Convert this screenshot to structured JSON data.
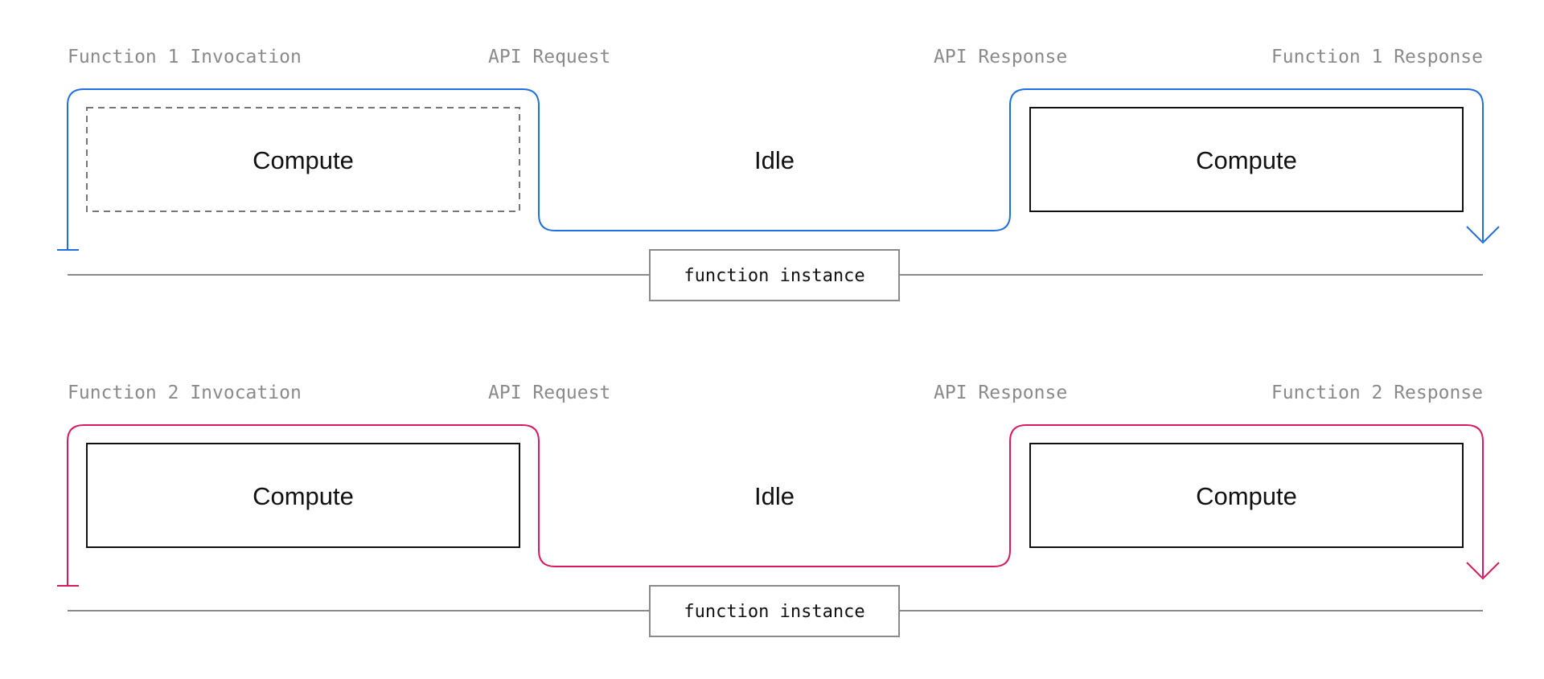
{
  "rows": [
    {
      "color": "#1f6fe0",
      "labels": {
        "invocation": "Function 1 Invocation",
        "api_request": "API Request",
        "api_response": "API Response",
        "response": "Function 1 Response"
      },
      "compute_first": "Compute",
      "compute_first_style": "dashed",
      "idle": "Idle",
      "compute_second": "Compute",
      "instance": "function instance"
    },
    {
      "color": "#d81b60",
      "labels": {
        "invocation": "Function 2 Invocation",
        "api_request": "API Request",
        "api_response": "API Response",
        "response": "Function 2 Response"
      },
      "compute_first": "Compute",
      "compute_first_style": "solid",
      "idle": "Idle",
      "compute_second": "Compute",
      "instance": "function instance"
    }
  ]
}
